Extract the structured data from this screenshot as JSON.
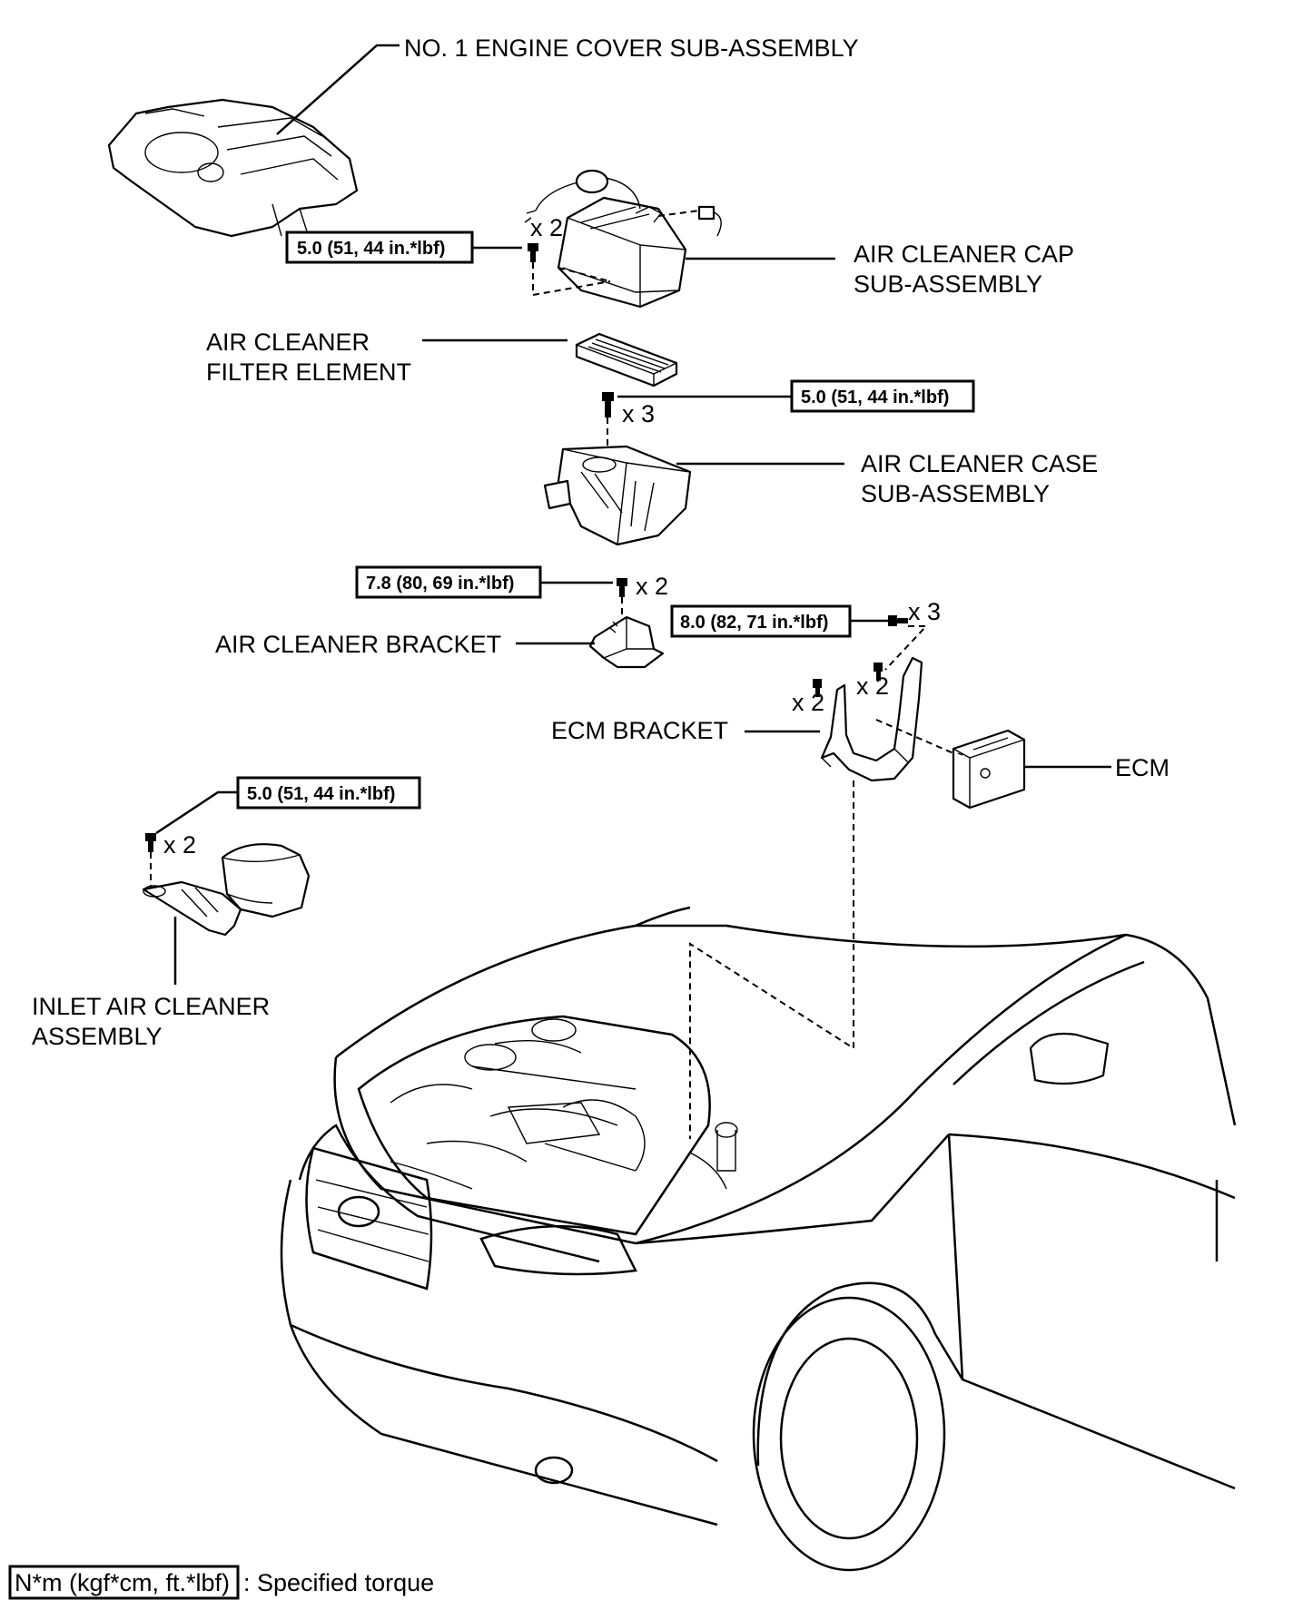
{
  "labels": {
    "engine_cover": "NO. 1 ENGINE COVER SUB-ASSEMBLY",
    "cap_line1": "AIR CLEANER CAP",
    "cap_line2": "SUB-ASSEMBLY",
    "filter_line1": "AIR CLEANER",
    "filter_line2": "FILTER ELEMENT",
    "case_line1": "AIR CLEANER CASE",
    "case_line2": "SUB-ASSEMBLY",
    "bracket": "AIR CLEANER BRACKET",
    "ecm_bracket": "ECM BRACKET",
    "ecm": "ECM",
    "inlet_line1": "INLET AIR CLEANER",
    "inlet_line2": "ASSEMBLY"
  },
  "torques": {
    "cap": "5.0 (51, 44 in.*lbf)",
    "case": "5.0 (51, 44 in.*lbf)",
    "bracket": "7.8 (80, 69 in.*lbf)",
    "ecm_bracket": "8.0 (82, 71 in.*lbf)",
    "inlet": "5.0 (51, 44 in.*lbf)"
  },
  "quantities": {
    "cap_bolts": "x 2",
    "case_bolts": "x 3",
    "bracket_bolts": "x 2",
    "ecm_bracket_bolts": "x 3",
    "ecm_side_left": "x 2",
    "ecm_side_right": "x 2",
    "inlet_bolts": "x 2"
  },
  "legend": {
    "unit": "N*m (kgf*cm, ft.*lbf)",
    "text": ": Specified torque"
  }
}
